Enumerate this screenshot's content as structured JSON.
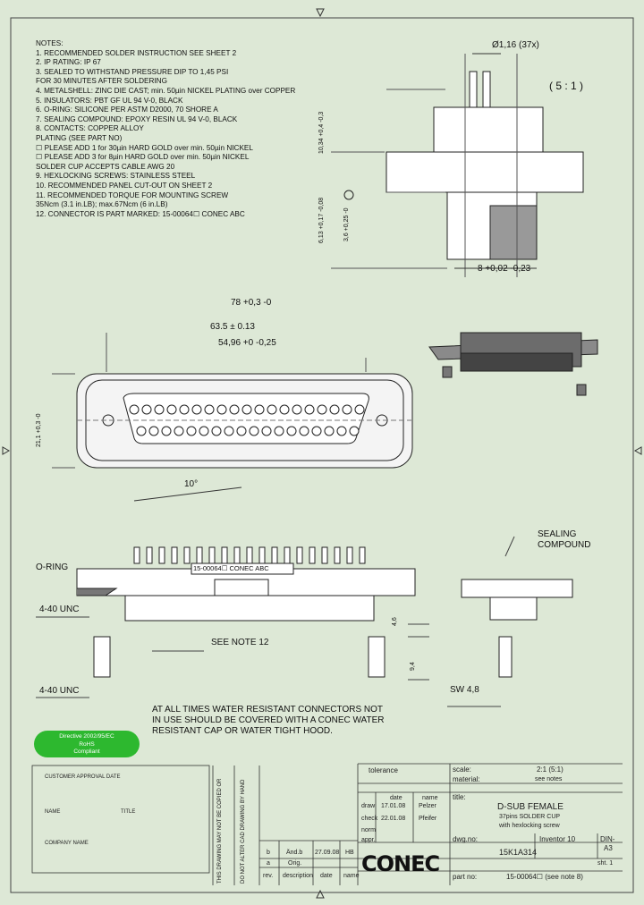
{
  "notes": {
    "heading": "NOTES:",
    "items": [
      "1. RECOMMENDED SOLDER INSTRUCTION SEE SHEET 2",
      "2. IP RATING: IP 67",
      "3. SEALED TO WITHSTAND PRESSURE DIP TO 1,45 PSI",
      "    FOR 30 MINUTES AFTER SOLDERING",
      "4. METALSHELL: ZINC DIE CAST; min. 50µin NICKEL PLATING over COPPER",
      "5. INSULATORS: PBT GF UL 94 V-0, BLACK",
      "6. O-RING: SILICONE PER ASTM D2000, 70 SHORE A",
      "7. SEALING COMPOUND: EPOXY RESIN UL 94 V-0, BLACK",
      "8. CONTACTS: COPPER ALLOY",
      "    PLATING (SEE PART NO)",
      "    ☐ PLEASE ADD 1 for 30µin HARD GOLD over min. 50µin NICKEL",
      "    ☐ PLEASE ADD 3 for 8µin HARD GOLD over min. 50µin NICKEL",
      "    SOLDER CUP ACCEPTS CABLE AWG 20",
      "9. HEXLOCKING SCREWS: STAINLESS STEEL",
      "10. RECOMMENDED PANEL CUT-OUT ON SHEET 2",
      "11. RECOMMENDED TORQUE FOR MOUNTING SCREW",
      "    35Ncm (3.1 in.LB); max.67Ncm (6 in.LB)",
      "12. CONNECTOR IS PART MARKED: 15-00064☐ CONEC ABC"
    ]
  },
  "dims": {
    "pin_dia": "Ø1,16 (37x)",
    "scale_view": "( 5 : 1 )",
    "height": "10,34 +0,4 -0,3",
    "h2": "6,13 +0,17 -0,08",
    "h3": "3,6 +0,25 -0",
    "w8": "8 +0,02 -0,23",
    "w78": "78 +0,3 -0",
    "w635": "63.5 ± 0.13",
    "w5496": "54,96 +0 -0,25",
    "h211": "21,1 +0,3 -0",
    "angle": "10°",
    "h46": "4,6",
    "h94": "9,4",
    "sw": "SW 4,8"
  },
  "labels": {
    "oring": "O-RING",
    "unc1": "4-40 UNC",
    "unc2": "4-40 UNC",
    "seenote": "SEE NOTE 12",
    "sealing1": "SEALING",
    "sealing2": "COMPOUND",
    "marking": "15-00064☐ CONEC ABC",
    "warning1": "AT ALL TIMES WATER RESISTANT CONNECTORS NOT",
    "warning2": "IN USE SHOULD BE COVERED WITH A CONEC WATER",
    "warning3": "RESISTANT CAP OR WATER TIGHT HOOD.",
    "rohs1": "Directive 2002/95/EC",
    "rohs2": "RoHS",
    "rohs3": "Compliant"
  },
  "titleblock": {
    "tolerance": "tolerance",
    "scale_label": "scale:",
    "scale_value": "2:1 (5:1)",
    "material_label": "material:",
    "material_value": "see notes",
    "title_label": "title:",
    "title1": "D-SUB FEMALE",
    "title2": "37pins SOLDER CUP",
    "title3": "with hexlocking screw",
    "dwg_label": "dwg.no:",
    "dwg_value": "15K1A314",
    "inventor": "Inventor 10",
    "din": "DIN-",
    "a3": "A3",
    "sht": "sht. 1",
    "partno_label": "part no:",
    "partno_value": "15-00064☐ (see note 8)",
    "date_h": "date",
    "name_h": "name",
    "draw": "draw",
    "draw_date": "17.01.08",
    "draw_name": "Pelzer",
    "check": "check",
    "check_date": "22.01.08",
    "check_name": "Pfeifer",
    "norm": "norm",
    "appr": "appr.",
    "rev_rev": "rev.",
    "rev_desc": "description",
    "rev_date": "date",
    "rev_name": "name",
    "rev_a": "a",
    "rev_a_desc": "Orig.",
    "rev_b": "b",
    "rev_b_desc": "Änd.b",
    "rev_b_date": "27.09.08",
    "rev_b_name": "HB",
    "customer": "CUSTOMER APPROVAL DATE",
    "name": "NAME",
    "title_f": "TITLE",
    "company": "COMPANY NAME",
    "brand": "CONEC",
    "conf1": "THIS DRAWING MAY NOT BE COPIED OR",
    "conf2": "DO NOT ALTER CAD DRAWING BY HAND"
  }
}
